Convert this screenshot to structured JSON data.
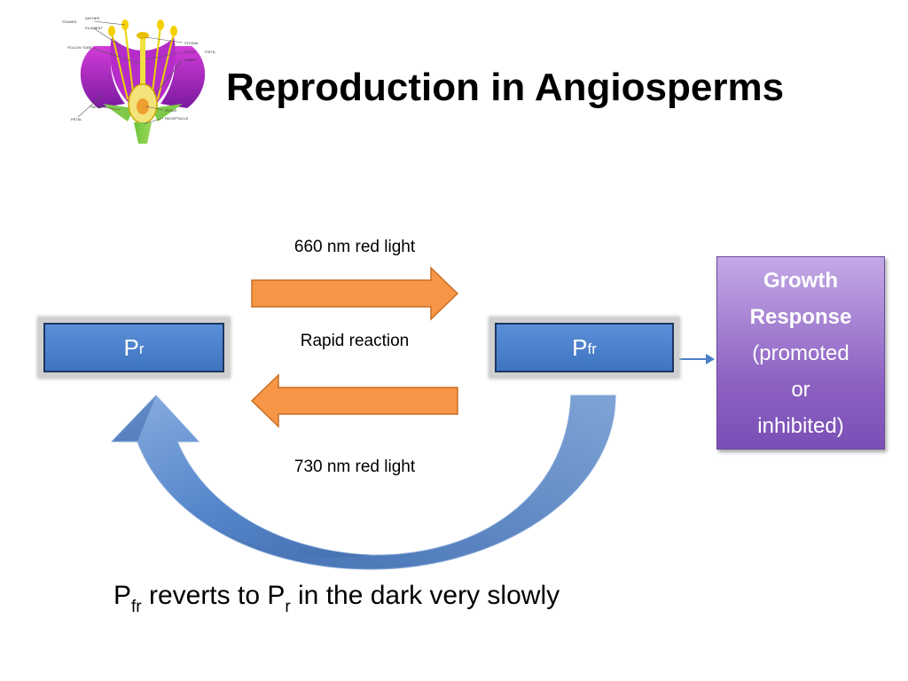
{
  "slide": {
    "title": "Reproduction in Angiosperms",
    "flower_labels": {
      "stamen": "STAMEN",
      "anther": "ANTHER",
      "filament": "FILAMENT",
      "pollen_tube": "POLLEN TUBE",
      "stigma": "STIGMA",
      "style": "STYLE",
      "pistil": "PISTIL",
      "ovary": "OVARY",
      "petal": "PETAL",
      "sepal": "SEPAL",
      "ovule": "OVULE",
      "receptacle": "RECEPTACLE"
    }
  },
  "phytochrome": {
    "pr": {
      "base": "P",
      "sub": "r"
    },
    "pfr": {
      "base": "P",
      "sub": "fr"
    },
    "forward_label": "660 nm red light",
    "middle_label": "Rapid reaction",
    "reverse_label": "730 nm red light"
  },
  "growth": {
    "line1": "Growth",
    "line2": "Response",
    "line3": "(promoted",
    "line4": "or",
    "line5": "inhibited)"
  },
  "footer": {
    "p1": "P",
    "sub1": "fr",
    "mid": " reverts to P",
    "sub2": "r",
    "end": " in the dark very slowly"
  },
  "colors": {
    "box_blue": "#4f86d0",
    "arrow_orange": "#f79646",
    "growth_purple": "#8e63c4",
    "curve_blue": "#4a7fc8"
  }
}
